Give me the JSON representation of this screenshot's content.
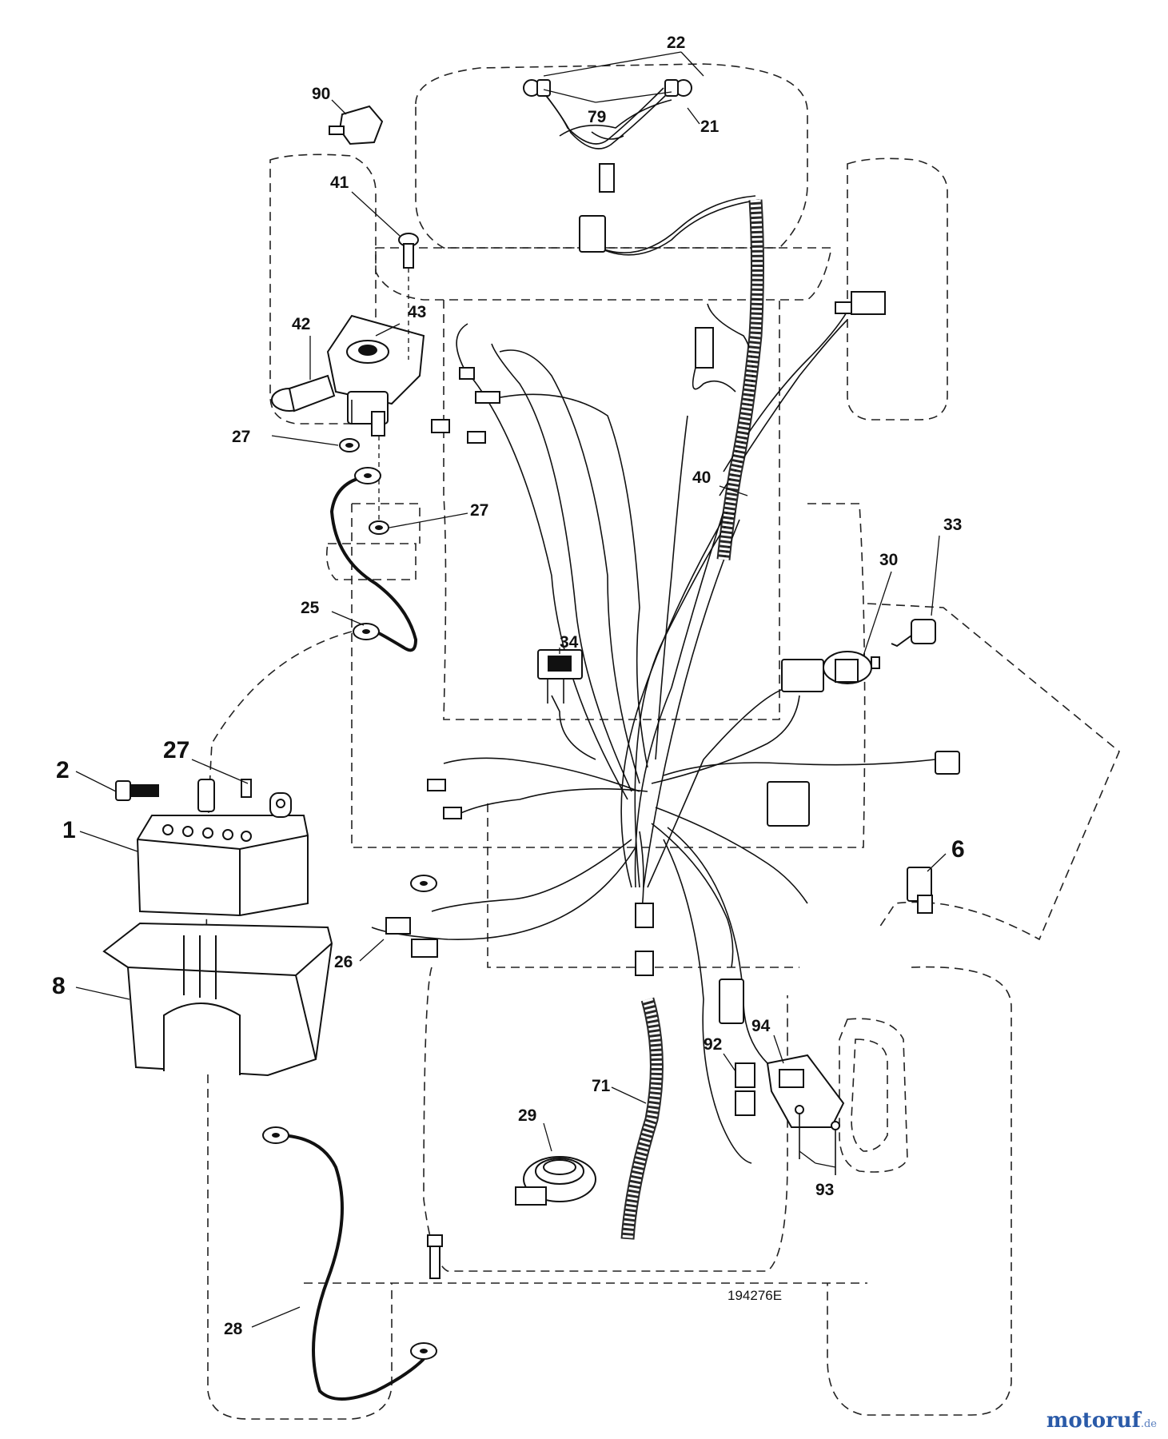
{
  "diagram": {
    "part_labels": {
      "p1": "1",
      "p2": "2",
      "p6": "6",
      "p8": "8",
      "p21": "21",
      "p22": "22",
      "p25": "25",
      "p26": "26",
      "p27a": "27",
      "p27b": "27",
      "p27c": "27",
      "p28": "28",
      "p29": "29",
      "p30": "30",
      "p33": "33",
      "p34": "34",
      "p40": "40",
      "p41": "41",
      "p42": "42",
      "p43": "43",
      "p71": "71",
      "p79": "79",
      "p90": "90",
      "p92": "92",
      "p93": "93",
      "p94": "94"
    },
    "drawing_number": "194276E"
  },
  "watermark": {
    "text": "motoruf",
    "suffix": ".de",
    "color": "#2a5aa8"
  }
}
